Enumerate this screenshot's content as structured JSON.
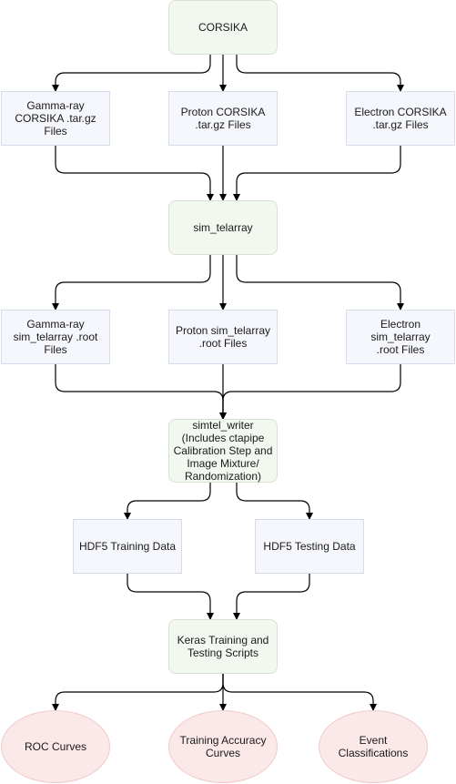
{
  "nodes": {
    "corsika": "CORSIKA",
    "gamma_corsika": "Gamma-ray\nCORSIKA .tar.gz\nFiles",
    "proton_corsika": "Proton CORSIKA\n.tar.gz Files",
    "electron_corsika": "Electron CORSIKA\n.tar.gz Files",
    "sim_telarray": "sim_telarray",
    "gamma_sim": "Gamma-ray\nsim_telarray .root\nFiles",
    "proton_sim": "Proton sim_telarray\n.root Files",
    "electron_sim": "Electron sim_telarray\n.root Files",
    "simtel_writer": "simtel_writer\n(Includes ctapipe\nCalibration Step and\nImage Mixture/\nRandomization)",
    "hdf5_training": "HDF5 Training Data",
    "hdf5_testing": "HDF5 Testing Data",
    "keras": "Keras Training and\nTesting Scripts",
    "roc": "ROC Curves",
    "training_accuracy": "Training Accuracy\nCurves",
    "event_classifications": "Event Classifications"
  },
  "colors": {
    "process_fill": "#f2f7f0",
    "data_fill": "#f5f7fd",
    "output_fill": "#fbe8e8",
    "edge": "#000000"
  }
}
